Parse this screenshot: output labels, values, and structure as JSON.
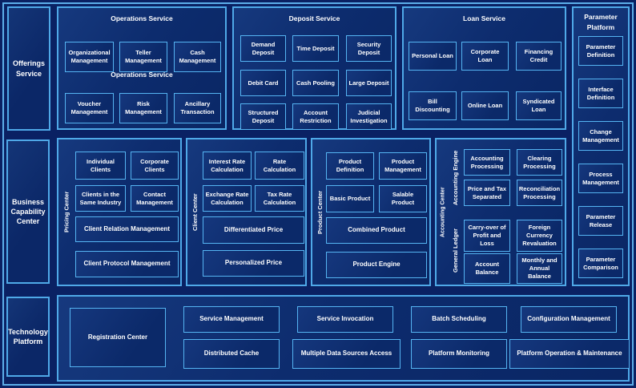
{
  "side_labels": {
    "offerings": "Offerings Service",
    "capability": "Business Capability Center",
    "technology": "Technology Platform"
  },
  "top_panels": [
    {
      "title": "Operations Service",
      "subtitle": "Operations Service",
      "rows": [
        [
          "Organizational Management",
          "Teller Management",
          "Cash Management"
        ],
        [
          "Voucher Management",
          "Risk Management",
          "Ancillary Transaction"
        ]
      ]
    },
    {
      "title": "Deposit Service",
      "rows": [
        [
          "Demand Deposit",
          "Time Deposit",
          "Security Deposit"
        ],
        [
          "Debit Card",
          "Cash Pooling",
          "Large Deposit"
        ],
        [
          "Structured Deposit",
          "Account Restriction",
          "Judicial Investigation"
        ]
      ]
    },
    {
      "title": "Loan Service",
      "rows": [
        [
          "Personal Loan",
          "Corporate Loan",
          "Financing Credit"
        ],
        [
          "Bill Discounting",
          "Online Loan",
          "Syndicated Loan"
        ]
      ]
    }
  ],
  "parameter_platform": {
    "title": "Parameter Platform",
    "items": [
      "Parameter Definition",
      "Interface Definition",
      "Change Management",
      "Process Management",
      "Parameter Release",
      "Parameter Comparison"
    ]
  },
  "capability_panels": [
    {
      "vertical_label": "Pricing Center",
      "grid": [
        "Individual Clients",
        "Corporate Clients",
        "Clients in the Same Industry",
        "Contact Management"
      ],
      "wide": [
        "Client Relation Management",
        "Client Protocol Management"
      ]
    },
    {
      "vertical_label": "Client Center",
      "grid": [
        "Interest Rate Calculation",
        "Rate Calculation",
        "Exchange Rate Calculation",
        "Tax Rate Calculation"
      ],
      "wide": [
        "Differentiated Price",
        "Personalized Price"
      ]
    },
    {
      "vertical_label": "Product Center",
      "grid": [
        "Product Definition",
        "Product Management",
        "Basic Product",
        "Salable Product"
      ],
      "wide": [
        "Combined Product",
        "Product Engine"
      ]
    },
    {
      "vertical_label": "Accounting Center",
      "groups": [
        {
          "vertical_label": "Accounting Engine",
          "boxes": [
            "Accounting Processing",
            "Clearing Processing",
            "Price and Tax Separated",
            "Reconciliation Processing"
          ]
        },
        {
          "vertical_label": "General Ledger",
          "boxes": [
            "Carry-over of Profit and Loss",
            "Foreign Currency Revaluation",
            "Account Balance",
            "Monthly and Annual Balance"
          ]
        }
      ]
    }
  ],
  "technology_panel": {
    "registration_label": "Registration Center",
    "rows": [
      [
        "Service Management",
        "Service Invocation",
        "Batch Scheduling",
        "Configuration Management"
      ],
      [
        "Distributed Cache",
        "Multiple Data Sources Access",
        "Platform Monitoring",
        "Platform Operation & Maintenance"
      ]
    ]
  },
  "colors": {
    "background": "#0a2163",
    "border_blue": "#4fa9e8",
    "box_border_blue": "#55b4f2",
    "text": "#ffffff"
  }
}
